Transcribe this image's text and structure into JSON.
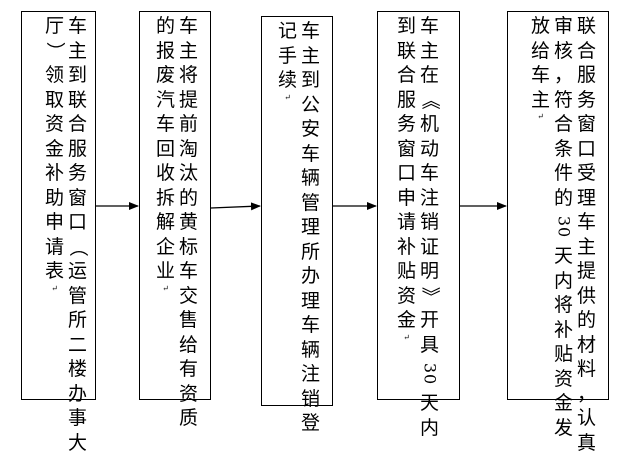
{
  "diagram": {
    "type": "flowchart",
    "direction": "left-to-right",
    "steps": [
      {
        "id": "step1",
        "lines": [
          "车主到联合服务窗口（运管所二楼办事大",
          "厅）领取资金补助申请表↵"
        ]
      },
      {
        "id": "step2",
        "lines": [
          "车主将提前淘汰的黄标车交售给有资质",
          "的报废汽车回收拆解企业↵"
        ]
      },
      {
        "id": "step3",
        "lines": [
          "车主到公安车辆管理所办理车辆注销登",
          "记手续↵"
        ]
      },
      {
        "id": "step4",
        "lines": [
          "车主在《机动车注销证明》开具 30 天内",
          "到联合服务窗口申请补贴资金↵"
        ]
      },
      {
        "id": "step5",
        "lines": [
          "联合服务窗口受理车主提供的材料，认真",
          "审核，符合条件的 30 天内将补贴资金发",
          "放给车主↵"
        ]
      }
    ],
    "edges": [
      {
        "from": "step1",
        "to": "step2"
      },
      {
        "from": "step2",
        "to": "step3"
      },
      {
        "from": "step3",
        "to": "step4"
      },
      {
        "from": "step4",
        "to": "step5"
      }
    ]
  }
}
